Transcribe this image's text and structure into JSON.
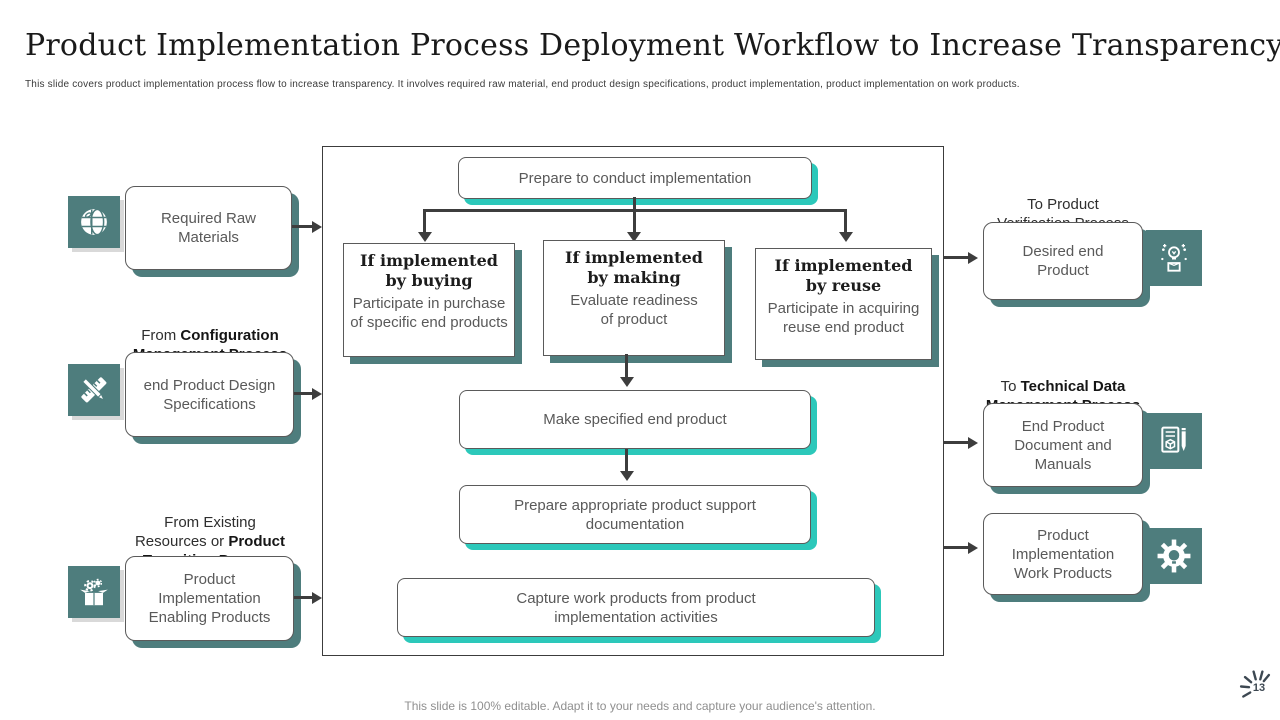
{
  "slide": {
    "title": "Product Implementation Process Deployment Workflow to Increase Transparency",
    "subtitle": "This slide covers product implementation process flow to increase transparency. It involves required raw material, end product design specifications, product implementation, product implementation on work products.",
    "footer": "This slide is 100% editable. Adapt it to your needs and capture your audience's attention.",
    "page_number": "13"
  },
  "colors": {
    "teal_dark": "#4e7d7d",
    "turquoise_accent": "#2cc8ba",
    "connector_gray": "#3d3d3d",
    "box_border": "#5a5a5a",
    "body_text": "#595959"
  },
  "left_inputs": [
    {
      "icon": "globe-icon",
      "label": "Required Raw\nMaterials"
    },
    {
      "icon": "ruler-pencil-icon",
      "pre_normal": "From ",
      "pre_bold": "Configuration\nManagement Process",
      "label": "end Product Design\nSpecifications"
    },
    {
      "icon": "box-gears-icon",
      "pre_normal": "From Existing\nResources or ",
      "pre_bold": "Product\nTransition Process",
      "label": "Product\nImplementation\nEnabling Products"
    }
  ],
  "process": {
    "start": "Prepare to conduct implementation",
    "branches": [
      {
        "title": "If implemented\nby buying",
        "body": "Participate in purchase\nof specific end products"
      },
      {
        "title": "If implemented\nby making",
        "body": "Evaluate readiness\nof product"
      },
      {
        "title": "If implemented\nby reuse",
        "body": "Participate in acquiring\nreuse end product"
      }
    ],
    "steps": [
      "Make specified end product",
      "Prepare appropriate product support\ndocumentation",
      "Capture work products from product\nimplementation activities"
    ]
  },
  "right_outputs": [
    {
      "pre_normal": "To Product\nVerification Process",
      "pre_bold": "",
      "label": "Desired end\nProduct",
      "icon": "idea-product-icon"
    },
    {
      "pre_normal": "To ",
      "pre_bold": "Technical Data\nManagement Process",
      "label": "End Product\nDocument and\nManuals",
      "icon": "document-pen-icon"
    },
    {
      "label": "Product\nImplementation\nWork Products",
      "icon": "gear-icon"
    }
  ]
}
